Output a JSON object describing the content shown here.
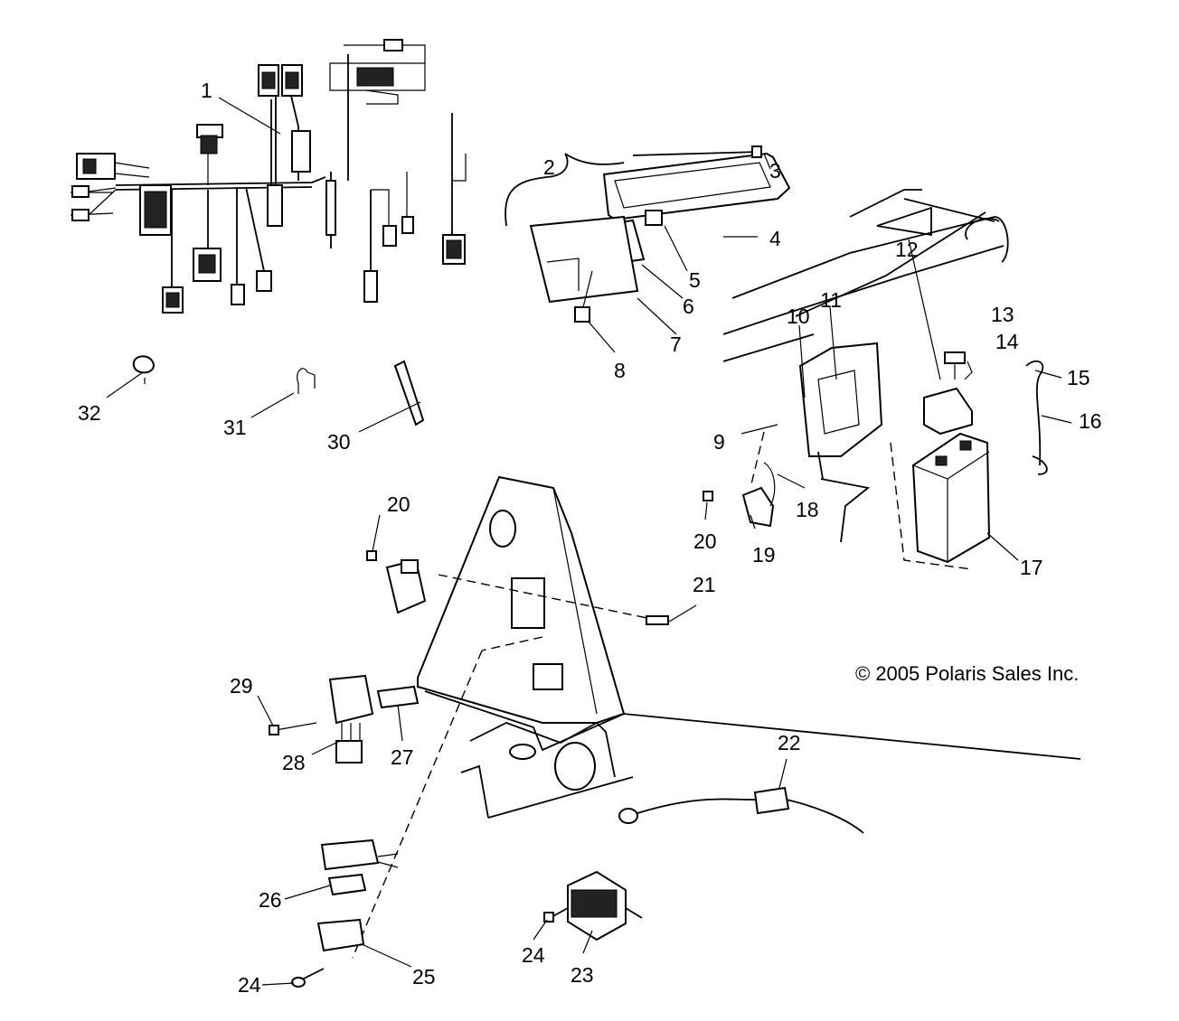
{
  "copyright": "© 2005 Polaris Sales Inc.",
  "callouts": [
    {
      "id": "c1",
      "label": "1"
    },
    {
      "id": "c2",
      "label": "2"
    },
    {
      "id": "c3",
      "label": "3"
    },
    {
      "id": "c4",
      "label": "4"
    },
    {
      "id": "c5",
      "label": "5"
    },
    {
      "id": "c6",
      "label": "6"
    },
    {
      "id": "c7",
      "label": "7"
    },
    {
      "id": "c8",
      "label": "8"
    },
    {
      "id": "c9",
      "label": "9"
    },
    {
      "id": "c10",
      "label": "10"
    },
    {
      "id": "c11",
      "label": "11"
    },
    {
      "id": "c12",
      "label": "12"
    },
    {
      "id": "c13",
      "label": "13"
    },
    {
      "id": "c14",
      "label": "14"
    },
    {
      "id": "c15",
      "label": "15"
    },
    {
      "id": "c16",
      "label": "16"
    },
    {
      "id": "c17",
      "label": "17"
    },
    {
      "id": "c18",
      "label": "18"
    },
    {
      "id": "c19",
      "label": "19"
    },
    {
      "id": "c20a",
      "label": "20"
    },
    {
      "id": "c20b",
      "label": "20"
    },
    {
      "id": "c21",
      "label": "21"
    },
    {
      "id": "c22",
      "label": "22"
    },
    {
      "id": "c23",
      "label": "23"
    },
    {
      "id": "c24a",
      "label": "24"
    },
    {
      "id": "c24b",
      "label": "24"
    },
    {
      "id": "c25",
      "label": "25"
    },
    {
      "id": "c26",
      "label": "26"
    },
    {
      "id": "c27",
      "label": "27"
    },
    {
      "id": "c28",
      "label": "28"
    },
    {
      "id": "c29",
      "label": "29"
    },
    {
      "id": "c30",
      "label": "30"
    },
    {
      "id": "c31",
      "label": "31"
    },
    {
      "id": "c32",
      "label": "32"
    }
  ]
}
